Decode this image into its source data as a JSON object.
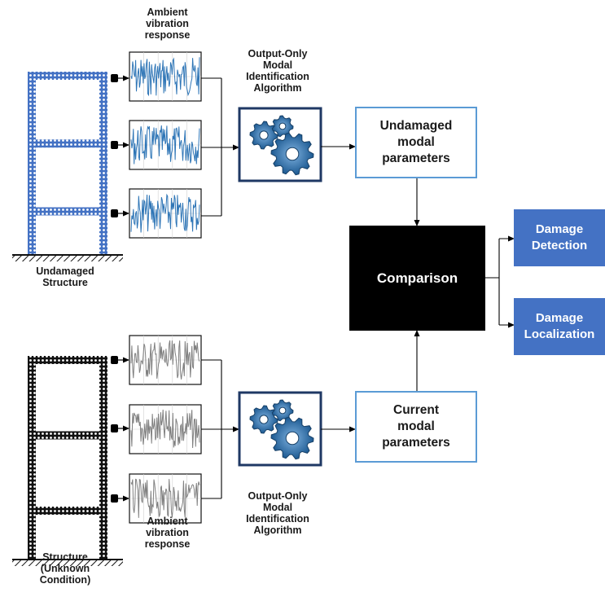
{
  "labels": {
    "ambient_top": "Ambient\nvibration\nresponse",
    "algo_top": "Output-Only\nModal\nIdentification\nAlgorithm",
    "undamaged_structure": "Undamaged\nStructure",
    "ambient_bottom": "Ambient\nvibration\nresponse",
    "algo_bottom": "Output-Only\nModal\nIdentification\nAlgorithm",
    "unknown_structure": "Structure\n(Unknown\nCondition)"
  },
  "boxes": {
    "undamaged_params": "Undamaged\nmodal\nparameters",
    "current_params": "Current\nmodal\nparameters",
    "comparison": "Comparison",
    "damage_detection": "Damage\nDetection",
    "damage_localization": "Damage\nLocalization"
  },
  "colors": {
    "structure_top": "#4472c4",
    "structure_bottom": "#111111",
    "signal_top": "#2e75b6",
    "signal_bottom": "#808080",
    "gear": "#2e6fa7",
    "gear_box_border": "#1f3864",
    "param_border": "#5b9bd5",
    "output_fill": "#4472c4",
    "comparison_fill": "#000000"
  },
  "icons": {
    "gears": "gears-icon",
    "sensor": "sensor-icon",
    "ground": "ground-hatch-icon"
  }
}
